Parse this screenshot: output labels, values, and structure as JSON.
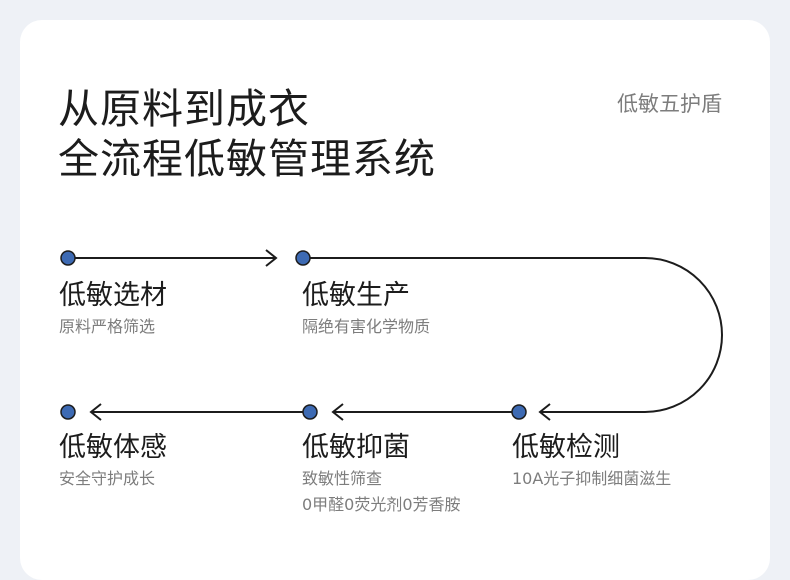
{
  "title": {
    "line1": "从原料到成衣",
    "line2": "全流程低敏管理系统"
  },
  "tag": "低敏五护盾",
  "steps": [
    {
      "name": "低敏选材",
      "desc": "原料严格筛选"
    },
    {
      "name": "低敏生产",
      "desc": "隔绝有害化学物质"
    },
    {
      "name": "低敏检测",
      "desc": "10A光子抑制细菌滋生"
    },
    {
      "name": "低敏抑菌",
      "desc": "致敏性筛查",
      "desc2": "0甲醛0荧光剂0芳香胺"
    },
    {
      "name": "低敏体感",
      "desc": "安全守护成长"
    }
  ],
  "colors": {
    "background": "#eef1f6",
    "card": "#ffffff",
    "node_dot": "#3d6ab3",
    "line": "#1c1c1c",
    "text_primary": "#1c1c1c",
    "text_secondary": "#7d7d7d"
  }
}
